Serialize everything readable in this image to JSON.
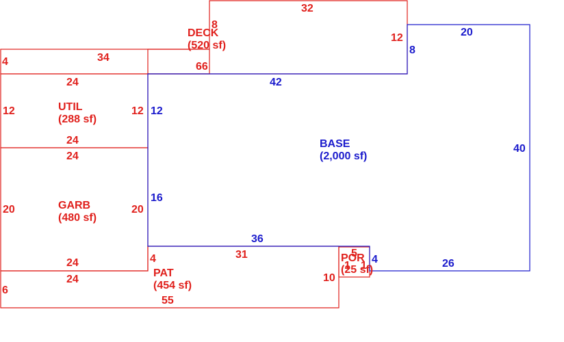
{
  "colors": {
    "area_red": "#e0201c",
    "base_blue": "#1a1acc",
    "background": "#ffffff"
  },
  "areas": {
    "deck": {
      "name": "DECK",
      "area": "(520 sf)"
    },
    "util": {
      "name": "UTIL",
      "area": "(288 sf)"
    },
    "garb": {
      "name": "GARB",
      "area": "(480 sf)"
    },
    "pat": {
      "name": "PAT",
      "area": "(454 sf)"
    },
    "por": {
      "name": "POR",
      "area": "(25 sf)"
    },
    "base": {
      "name": "BASE",
      "area": "(2,000 sf)"
    }
  },
  "dimensions": {
    "deck_top": "32",
    "deck_left": "8",
    "deck_right": "12",
    "strip_top": "34",
    "strip_left": "4",
    "strip_bottom": "66",
    "util_top": "24",
    "util_left": "12",
    "util_right": "12",
    "util_bottom": "24",
    "garb_top": "24",
    "garb_left": "20",
    "garb_right": "20",
    "garb_bottom": "24",
    "pat_top": "31",
    "pat_left": "4",
    "pat_left_edge": "6",
    "pat_right": "10",
    "pat_bottom": "55",
    "pat_top_garb": "24",
    "por_top": "5",
    "por_left": "1",
    "por_right": "1",
    "base_top_right": "20",
    "base_step": "8",
    "base_top": "42",
    "base_left_upper": "12",
    "base_right": "40",
    "base_left_lower": "16",
    "base_bottom": "36",
    "base_notch": "4",
    "base_bottom_right": "26"
  }
}
